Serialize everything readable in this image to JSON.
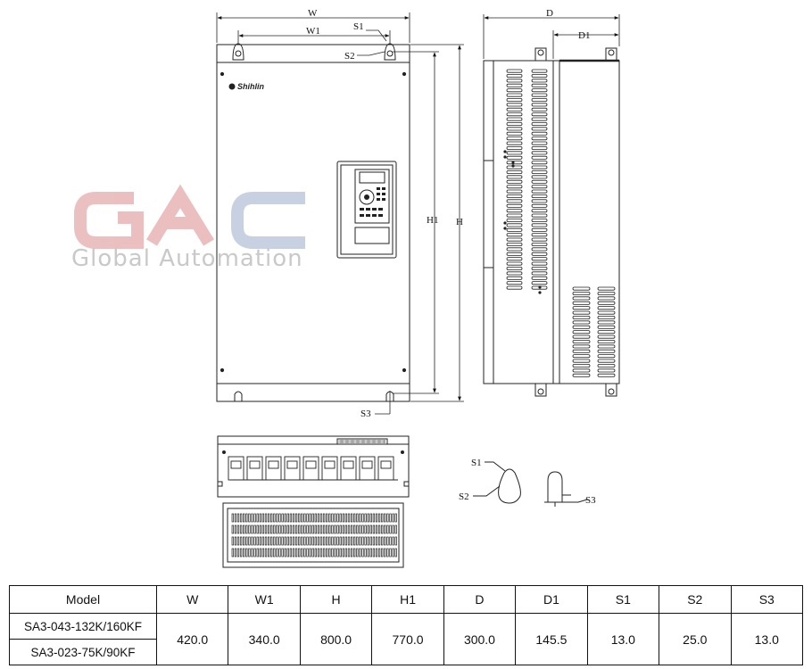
{
  "watermark": {
    "logo_text": "GAC",
    "tagline": "Global Automation",
    "colors": {
      "red": "#e8b5b5",
      "blue": "#bfc9dc",
      "grey": "#c9c9c9"
    }
  },
  "brand_label": "Shihlin",
  "labels": {
    "W": "W",
    "W1": "W1",
    "H": "H",
    "H1": "H1",
    "D": "D",
    "D1": "D1",
    "S1": "S1",
    "S2": "S2",
    "S3": "S3"
  },
  "table": {
    "headers": [
      "Model",
      "W",
      "W1",
      "H",
      "H1",
      "D",
      "D1",
      "S1",
      "S2",
      "S3"
    ],
    "models": [
      "SA3-043-132K/160KF",
      "SA3-023-75K/90KF"
    ],
    "values": [
      "420.0",
      "340.0",
      "800.0",
      "770.0",
      "300.0",
      "145.5",
      "13.0",
      "25.0",
      "13.0"
    ]
  }
}
